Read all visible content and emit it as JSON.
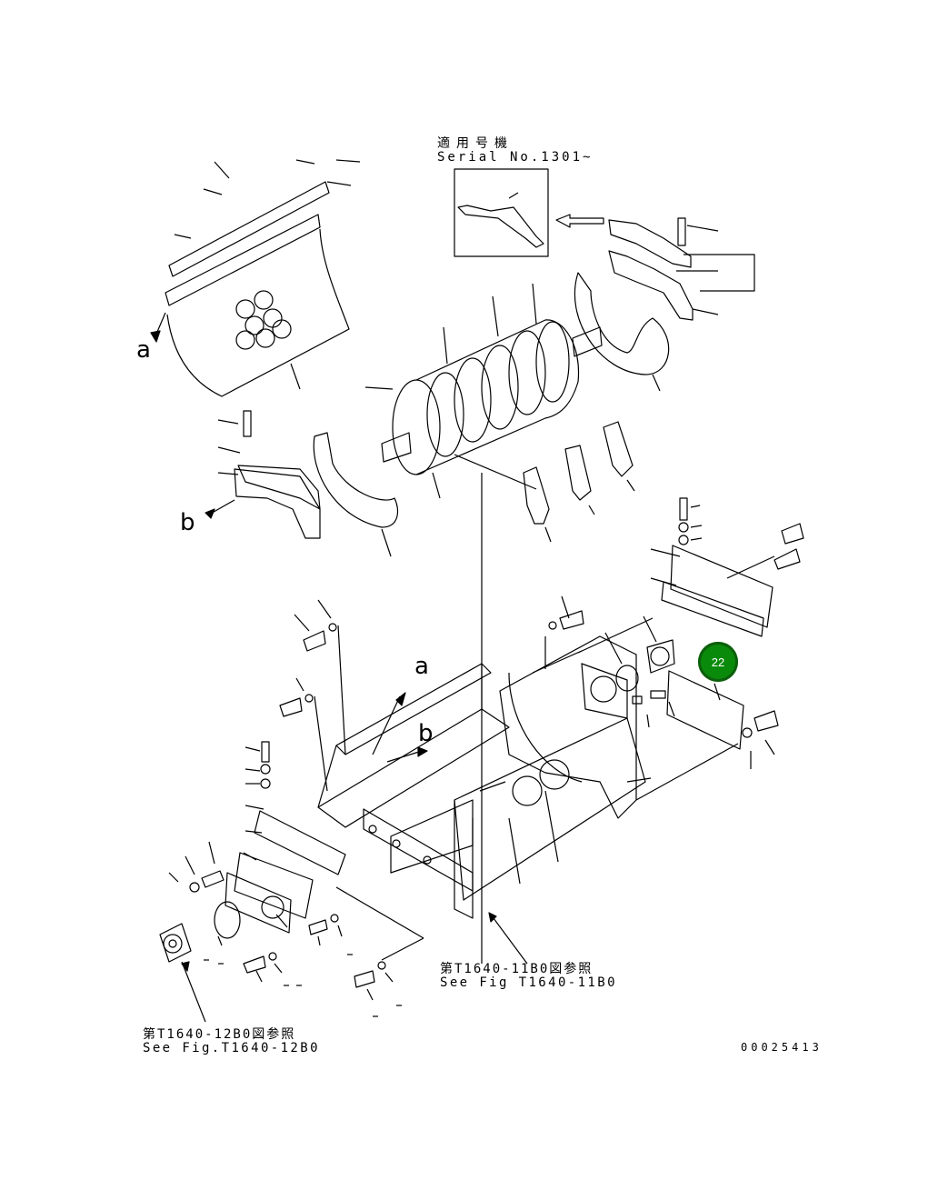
{
  "header": {
    "serial_jp": "適用号機",
    "serial_en": "Serial No.1301~"
  },
  "callouts": {
    "a1": "a",
    "b1": "b",
    "a2": "a",
    "b2": "b"
  },
  "references": {
    "ref1_jp": "第T1640-11B0図参照",
    "ref1_en": "See Fig T1640-11B0",
    "ref2_jp": "第T1640-12B0図参照",
    "ref2_en": "See Fig.T1640-12B0"
  },
  "drawing_number": "00025413",
  "part_badge": {
    "label": "22",
    "color": "#0a8a0a"
  }
}
